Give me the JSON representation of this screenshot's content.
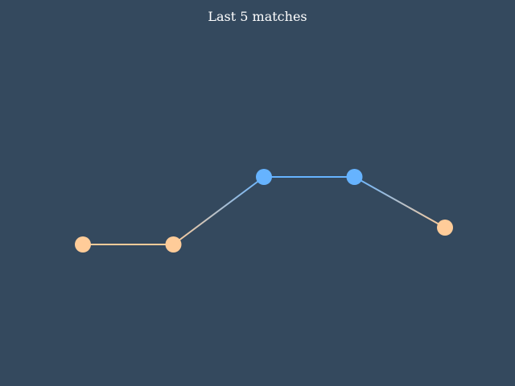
{
  "colors": {
    "background": "#34495e",
    "title": "#ffffff",
    "loss": "#ffcc99",
    "win": "#66b3ff"
  },
  "chart_data": {
    "type": "line",
    "title": "Last 5 matches",
    "xlabel": "",
    "ylabel": "",
    "grid": false,
    "axes_visible": false,
    "x": [
      1,
      2,
      3,
      4,
      5
    ],
    "values": [
      0.0,
      0.0,
      1.0,
      1.0,
      0.25
    ],
    "point_color_keys": [
      "loss",
      "loss",
      "win",
      "win",
      "loss"
    ],
    "ylim": [
      -1.0,
      2.0
    ]
  }
}
